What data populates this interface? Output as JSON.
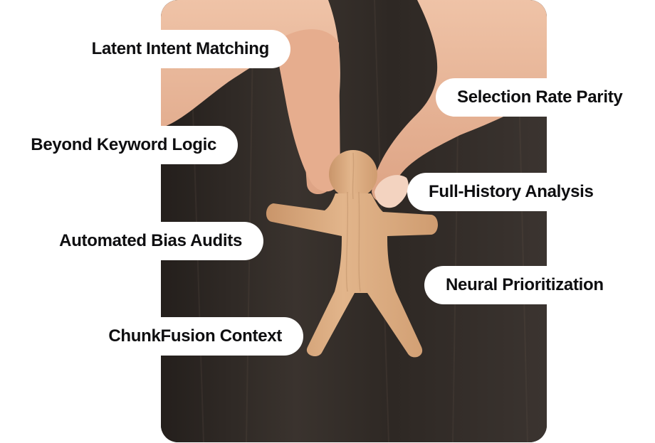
{
  "features": [
    {
      "label": "Latent Intent Matching"
    },
    {
      "label": "Selection Rate Parity"
    },
    {
      "label": "Beyond Keyword Logic"
    },
    {
      "label": "Full-History Analysis"
    },
    {
      "label": "Automated Bias Audits"
    },
    {
      "label": "Neural Prioritization"
    },
    {
      "label": "ChunkFusion Context"
    }
  ],
  "colors": {
    "pill_background": "#ffffff",
    "pill_text": "#0e0e10",
    "photo_background": "#2b2623",
    "wood": "#dcae84",
    "skin": "#e9b596"
  }
}
